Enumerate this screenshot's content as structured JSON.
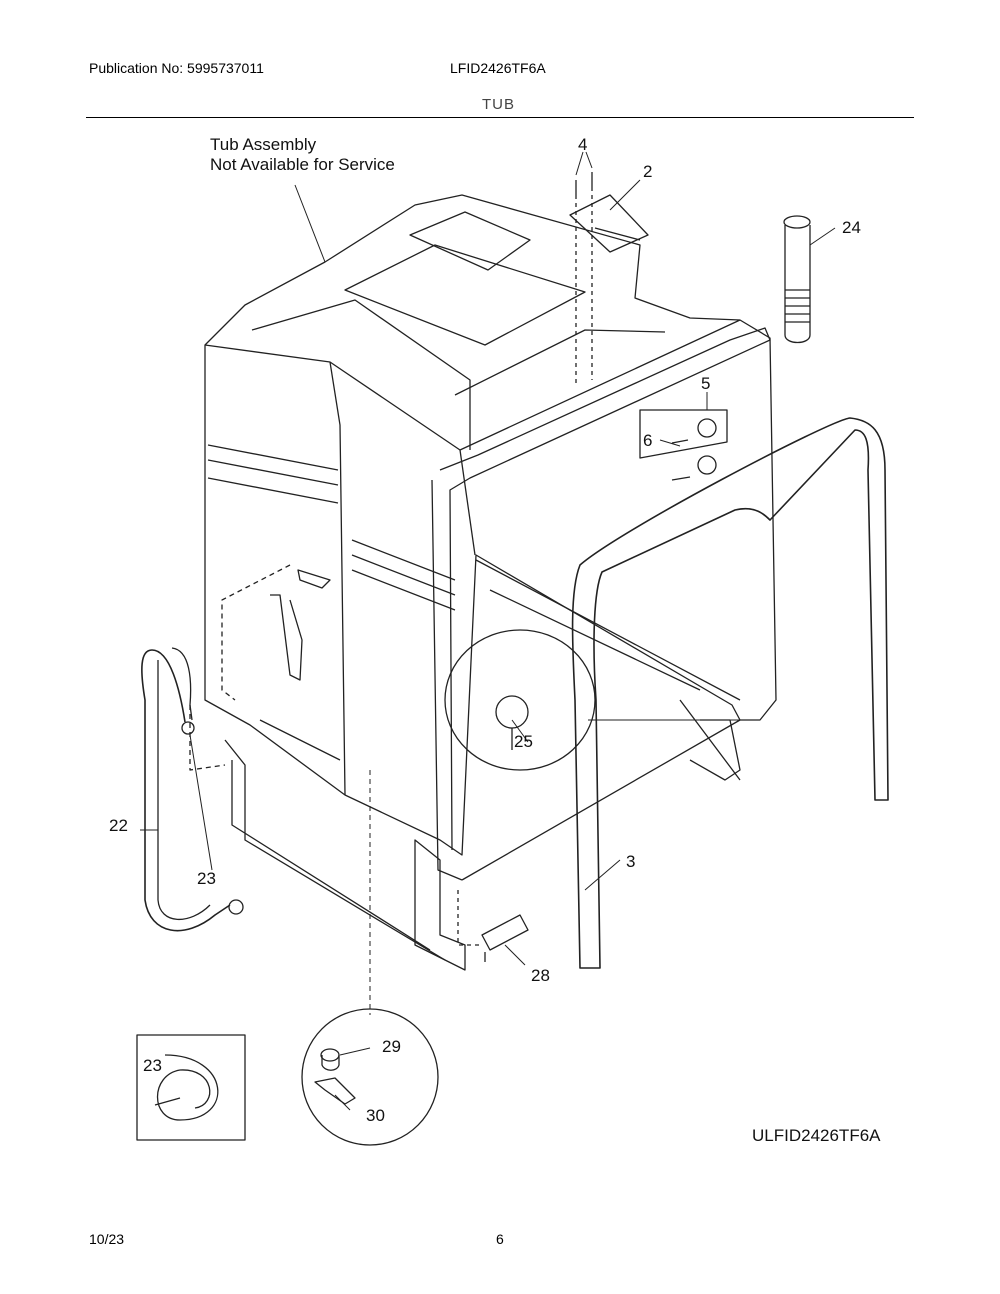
{
  "header": {
    "publication": "Publication No: 5995737011",
    "model": "LFID2426TF6A",
    "section": "TUB"
  },
  "notes": {
    "line1": "Tub Assembly",
    "line2": "Not Available for Service"
  },
  "callouts": {
    "p2": "2",
    "p3": "3",
    "p4": "4",
    "p5": "5",
    "p6": "6",
    "p22": "22",
    "p23": "23",
    "p23b": "23",
    "p24": "24",
    "p25": "25",
    "p28": "28",
    "p29": "29",
    "p30": "30"
  },
  "diagram_code": "ULFID2426TF6A",
  "footer": {
    "date": "10/23",
    "page": "6"
  }
}
